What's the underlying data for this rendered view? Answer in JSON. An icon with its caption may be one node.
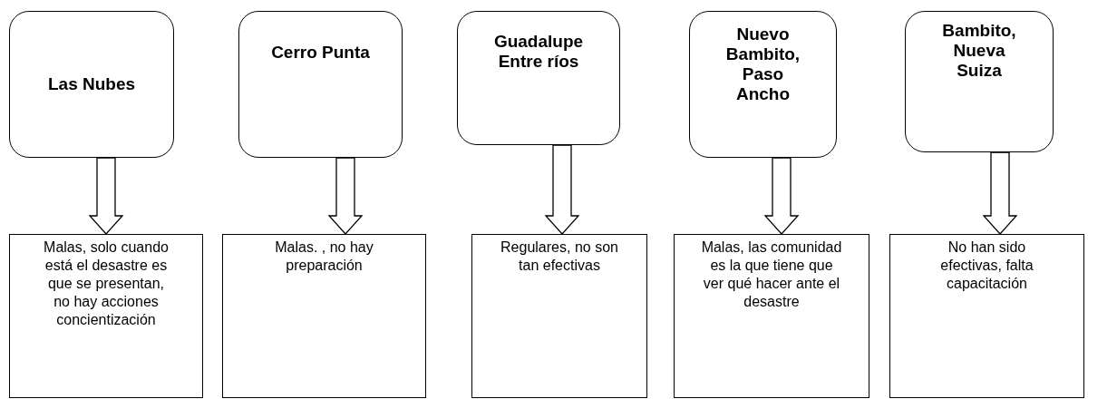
{
  "diagram": {
    "nodes": [
      {
        "text": [
          "Las Nubes"
        ]
      },
      {
        "text": [
          "Cerro Punta"
        ]
      },
      {
        "text": [
          "Guadalupe Entre ríos"
        ]
      },
      {
        "text": [
          "Nuevo Bambito, Paso Ancho"
        ]
      },
      {
        "text": [
          "Bambito, Nueva Suiza"
        ]
      },
      {
        "text": [
          "Malas, solo cuando está el desastre es que se presentan, no hay acciones concientización"
        ]
      },
      {
        "text": [
          "Malas. , no hay preparación"
        ]
      },
      {
        "text": [
          "Regulares, no son tan efectivas"
        ]
      },
      {
        "text": [
          "Malas, las comunidad es la que tiene que ver qué hacer ante el desastre"
        ]
      },
      {
        "text": [
          "No han sido efectivas, falta capacitación"
        ]
      }
    ],
    "edges": [
      {
        "from": 0,
        "to": 5,
        "arrow": "to"
      },
      {
        "from": 1,
        "to": 6,
        "arrow": "to"
      },
      {
        "from": 2,
        "to": 7,
        "arrow": "to"
      },
      {
        "from": 3,
        "to": 8,
        "arrow": "to"
      },
      {
        "from": 4,
        "to": 9,
        "arrow": "to"
      }
    ]
  }
}
